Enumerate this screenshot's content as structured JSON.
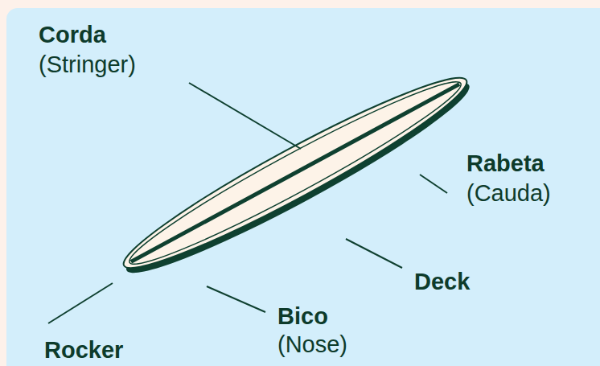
{
  "diagram": {
    "labels": [
      "Corda",
      "(Stringer)",
      "Rabeta",
      "(Cauda)",
      "Deck",
      "Bico",
      "(Nose)",
      "Rocker"
    ]
  }
}
